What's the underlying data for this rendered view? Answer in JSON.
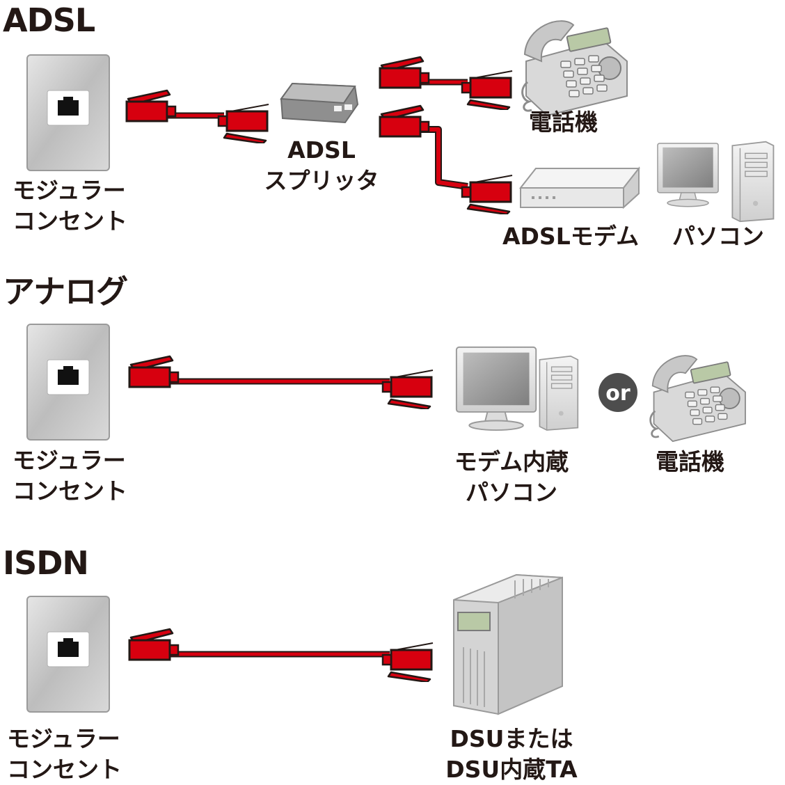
{
  "colors": {
    "cable": "#d7000f",
    "cable_outline": "#231815",
    "text": "#231815",
    "wall_plate": "#c9c9c9",
    "device_gray": "#d4d4d4",
    "or_badge": "#4d4d4d"
  },
  "sections": {
    "adsl": {
      "title": "ADSL",
      "outlet_line1": "モジュラー",
      "outlet_line2": "コンセント",
      "splitter_line1": "ADSL",
      "splitter_line2": "スプリッタ",
      "phone": "電話機",
      "modem": "ADSLモデム",
      "pc": "パソコン"
    },
    "analog": {
      "title": "アナログ",
      "outlet_line1": "モジュラー",
      "outlet_line2": "コンセント",
      "pc_line1": "モデム内蔵",
      "pc_line2": "パソコン",
      "or": "or",
      "phone": "電話機"
    },
    "isdn": {
      "title": "ISDN",
      "outlet_line1": "モジュラー",
      "outlet_line2": "コンセント",
      "device_line1": "DSUまたは",
      "device_line2": "DSU内蔵TA"
    }
  }
}
